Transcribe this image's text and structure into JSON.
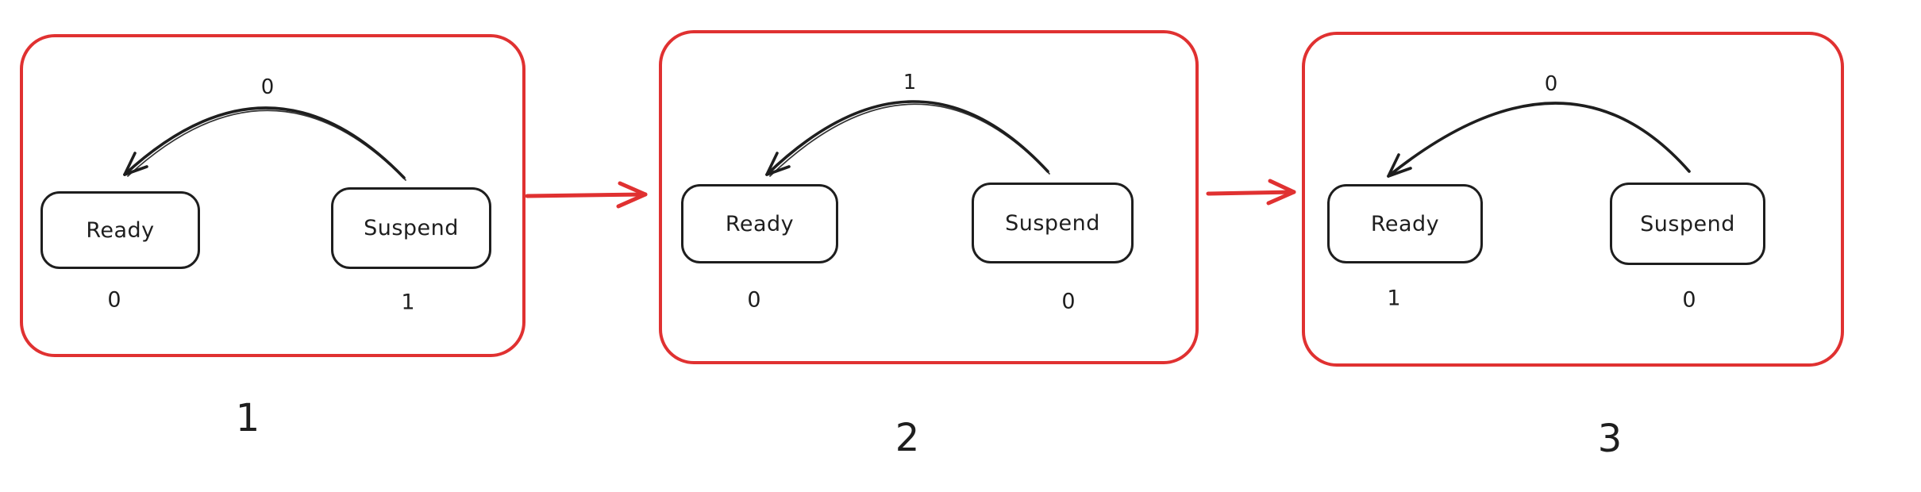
{
  "diagram": {
    "description": "Three sequential snapshots of a two-state system with a transition arrow from Suspend to Ready",
    "colors": {
      "frame": "#e03131",
      "ink": "#1e1e1e",
      "background": "#ffffff"
    },
    "panels": [
      {
        "label": "1",
        "arrow": {
          "from": "Suspend",
          "to": "Ready",
          "label": "0"
        },
        "states": [
          {
            "name": "Ready",
            "count": "0"
          },
          {
            "name": "Suspend",
            "count": "1"
          }
        ]
      },
      {
        "label": "2",
        "arrow": {
          "from": "Suspend",
          "to": "Ready",
          "label": "1"
        },
        "states": [
          {
            "name": "Ready",
            "count": "0"
          },
          {
            "name": "Suspend",
            "count": "0"
          }
        ]
      },
      {
        "label": "3",
        "arrow": {
          "from": "Suspend",
          "to": "Ready",
          "label": "0"
        },
        "states": [
          {
            "name": "Ready",
            "count": "1"
          },
          {
            "name": "Suspend",
            "count": "0"
          }
        ]
      }
    ]
  }
}
